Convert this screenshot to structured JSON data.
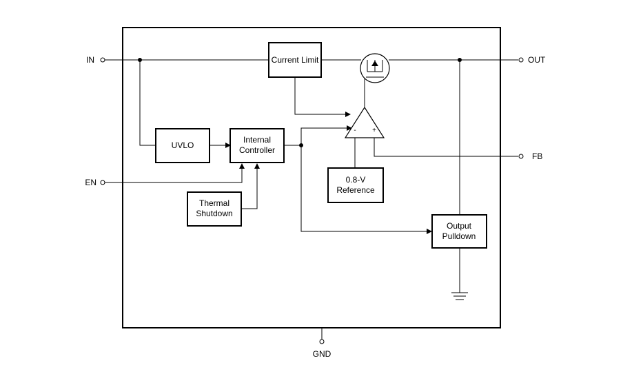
{
  "pins": {
    "in": "IN",
    "en": "EN",
    "out": "OUT",
    "fb": "FB",
    "gnd": "GND"
  },
  "blocks": {
    "current_limit": "Current Limit",
    "uvlo": "UVLO",
    "internal_controller": [
      "Internal",
      "Controller"
    ],
    "thermal_shutdown": [
      "Thermal",
      "Shutdown"
    ],
    "reference": [
      "0.8-V",
      "Reference"
    ],
    "output_pulldown": [
      "Output",
      "Pulldown"
    ]
  },
  "amplifier": {
    "minus": "-",
    "plus": "+"
  }
}
